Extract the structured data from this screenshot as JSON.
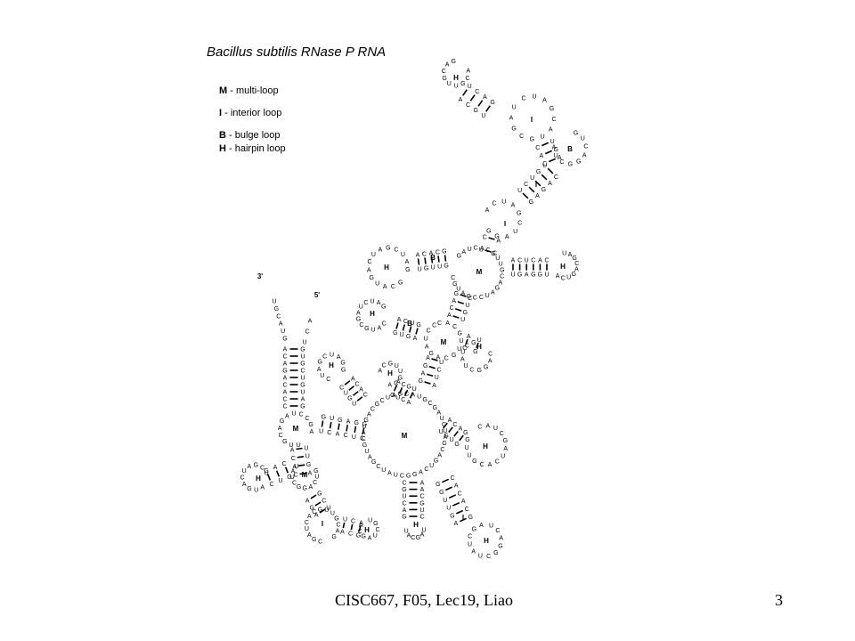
{
  "diagram": {
    "title": "Bacillus subtilis RNase P RNA",
    "legend": [
      {
        "key": "M",
        "text": " - multi-loop"
      },
      {
        "key": "I",
        "text": " - interior loop"
      },
      {
        "key": "B",
        "text": " - bulge loop"
      },
      {
        "key": "H",
        "text": " - hairpin loop"
      }
    ],
    "ends": {
      "three_prime": "3'",
      "five_prime": "5'"
    },
    "loop_labels": {
      "multi": "M",
      "interior": "I",
      "bulge": "B",
      "hairpin": "H"
    }
  },
  "footer": {
    "course": "CISC667, F05, Lec19, Liao",
    "page": "3"
  }
}
